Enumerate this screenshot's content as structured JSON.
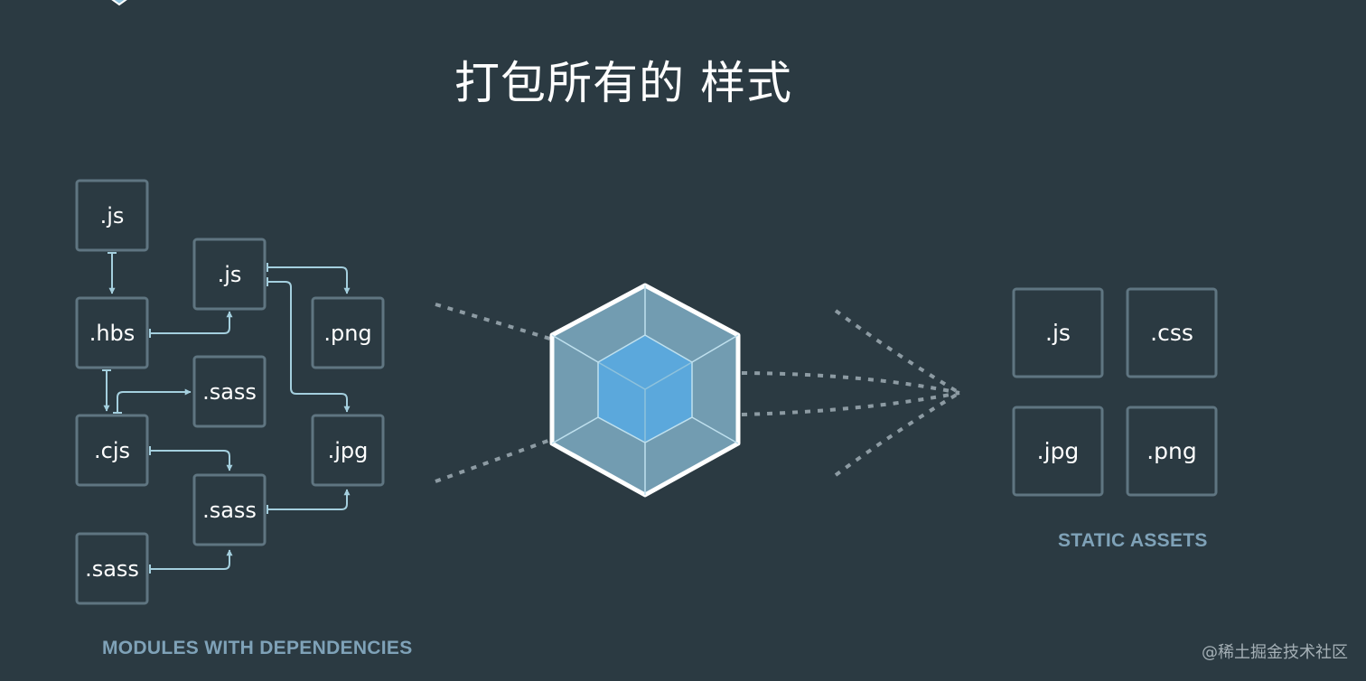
{
  "title": "打包所有的 样式",
  "modules": {
    "caption": "MODULES WITH DEPENDENCIES",
    "boxes": [
      {
        "id": "js1",
        "label": ".js"
      },
      {
        "id": "hbs",
        "label": ".hbs"
      },
      {
        "id": "cjs",
        "label": ".cjs"
      },
      {
        "id": "sass3",
        "label": ".sass"
      },
      {
        "id": "js2",
        "label": ".js"
      },
      {
        "id": "sass1",
        "label": ".sass"
      },
      {
        "id": "sass2",
        "label": ".sass"
      },
      {
        "id": "png",
        "label": ".png"
      },
      {
        "id": "jpg",
        "label": ".jpg"
      }
    ]
  },
  "assets": {
    "caption": "STATIC ASSETS",
    "boxes": [
      {
        "id": "out-js",
        "label": ".js"
      },
      {
        "id": "out-css",
        "label": ".css"
      },
      {
        "id": "out-jpg",
        "label": ".jpg"
      },
      {
        "id": "out-png",
        "label": ".png"
      }
    ]
  },
  "watermark": "@稀土掘金技术社区",
  "colors": {
    "background": "#2b3a42",
    "box_border": "#5f7581",
    "connector": "#a4cfde",
    "caption": "#7fa2b8",
    "cube_outer": "#8ec2dc",
    "cube_inner": "#5ba8dc"
  }
}
